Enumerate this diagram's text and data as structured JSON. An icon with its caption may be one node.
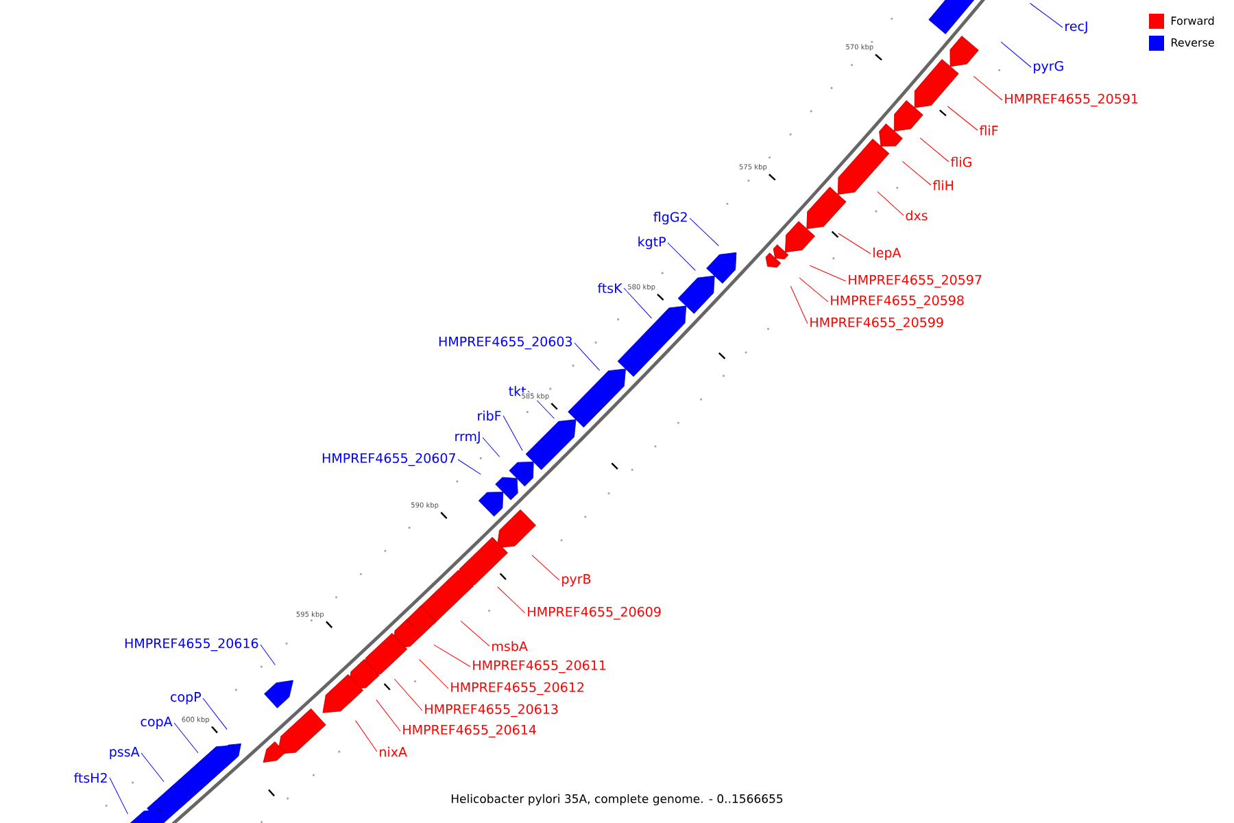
{
  "diagram": {
    "caption": "Helicobacter pylori 35A, complete genome. - 0..1566655",
    "nodes": [
      {
        "text": [
          "recJ"
        ]
      },
      {
        "text": [
          "pyrG"
        ]
      },
      {
        "text": [
          "HMPREF4655_20591"
        ]
      },
      {
        "text": [
          "fliF"
        ]
      },
      {
        "text": [
          "fliG"
        ]
      },
      {
        "text": [
          "fliH"
        ]
      },
      {
        "text": [
          "dxs"
        ]
      },
      {
        "text": [
          "flgG2"
        ]
      },
      {
        "text": [
          "kgtP"
        ]
      },
      {
        "text": [
          "lepA"
        ]
      },
      {
        "text": [
          "HMPREF4655_20597"
        ]
      },
      {
        "text": [
          "ftsK"
        ]
      },
      {
        "text": [
          "HMPREF4655_20598"
        ]
      },
      {
        "text": [
          "HMPREF4655_20599"
        ]
      },
      {
        "text": [
          "HMPREF4655_20603"
        ]
      },
      {
        "text": [
          "tkt"
        ]
      },
      {
        "text": [
          "ribF"
        ]
      },
      {
        "text": [
          "rrmJ"
        ]
      },
      {
        "text": [
          "HMPREF4655_20607"
        ]
      },
      {
        "text": [
          "pyrB"
        ]
      },
      {
        "text": [
          "HMPREF4655_20609"
        ]
      },
      {
        "text": [
          "HMPREF4655_20616"
        ]
      },
      {
        "text": [
          "msbA"
        ]
      },
      {
        "text": [
          "HMPREF4655_20611"
        ]
      },
      {
        "text": [
          "HMPREF4655_20612"
        ]
      },
      {
        "text": [
          "copP"
        ]
      },
      {
        "text": [
          "HMPREF4655_20613"
        ]
      },
      {
        "text": [
          "copA"
        ]
      },
      {
        "text": [
          "HMPREF4655_20614"
        ]
      },
      {
        "text": [
          "pssA"
        ]
      },
      {
        "text": [
          "nixA"
        ]
      },
      {
        "text": [
          "ftsH2"
        ]
      }
    ],
    "edges": [
      {
        "from": 0,
        "to": null,
        "arrow": "none",
        "color": "#0000ff"
      },
      {
        "from": 1,
        "to": null,
        "arrow": "none",
        "color": "#0000ff"
      },
      {
        "from": 2,
        "to": null,
        "arrow": "none"
      },
      {
        "from": 3,
        "to": null,
        "arrow": "none"
      },
      {
        "from": 4,
        "to": null,
        "arrow": "none"
      },
      {
        "from": 5,
        "to": null,
        "arrow": "none"
      },
      {
        "from": 6,
        "to": null,
        "arrow": "none"
      },
      {
        "from": 7,
        "to": null,
        "arrow": "none",
        "color": "#0000ff"
      },
      {
        "from": 8,
        "to": null,
        "arrow": "none",
        "color": "#0000ff"
      },
      {
        "from": 9,
        "to": null,
        "arrow": "none"
      },
      {
        "from": 10,
        "to": null,
        "arrow": "none"
      },
      {
        "from": 11,
        "to": null,
        "arrow": "none",
        "color": "#0000ff"
      },
      {
        "from": 12,
        "to": null,
        "arrow": "none"
      },
      {
        "from": 13,
        "to": null,
        "arrow": "none"
      },
      {
        "from": 14,
        "to": null,
        "arrow": "none",
        "color": "#0000ff"
      },
      {
        "from": 15,
        "to": null,
        "arrow": "none",
        "color": "#0000ff"
      },
      {
        "from": 16,
        "to": null,
        "arrow": "none",
        "color": "#0000ff"
      },
      {
        "from": 17,
        "to": null,
        "arrow": "none",
        "color": "#0000ff"
      },
      {
        "from": 18,
        "to": null,
        "arrow": "none",
        "color": "#0000ff"
      },
      {
        "from": 19,
        "to": null,
        "arrow": "none"
      },
      {
        "from": 20,
        "to": null,
        "arrow": "none"
      },
      {
        "from": 21,
        "to": null,
        "arrow": "none",
        "color": "#0000ff"
      },
      {
        "from": 22,
        "to": null,
        "arrow": "none"
      },
      {
        "from": 23,
        "to": null,
        "arrow": "none"
      },
      {
        "from": 24,
        "to": null,
        "arrow": "none"
      },
      {
        "from": 25,
        "to": null,
        "arrow": "none",
        "color": "#0000ff"
      },
      {
        "from": 26,
        "to": null,
        "arrow": "none"
      },
      {
        "from": 27,
        "to": null,
        "arrow": "none",
        "color": "#0000ff"
      },
      {
        "from": 28,
        "to": null,
        "arrow": "none"
      },
      {
        "from": 29,
        "to": null,
        "arrow": "none",
        "color": "#0000ff"
      },
      {
        "from": 30,
        "to": null,
        "arrow": "none"
      },
      {
        "from": 31,
        "to": null,
        "arrow": "none",
        "color": "#0000ff"
      }
    ],
    "labels": [
      "570 kbp",
      "575 kbp",
      "580 kbp",
      "585 kbp",
      "590 kbp",
      "595 kbp",
      "600 kbp"
    ],
    "legend": [
      {
        "text": "Forward",
        "color": "#ff0000"
      },
      {
        "text": "Reverse",
        "color": "#0000ff"
      }
    ]
  }
}
